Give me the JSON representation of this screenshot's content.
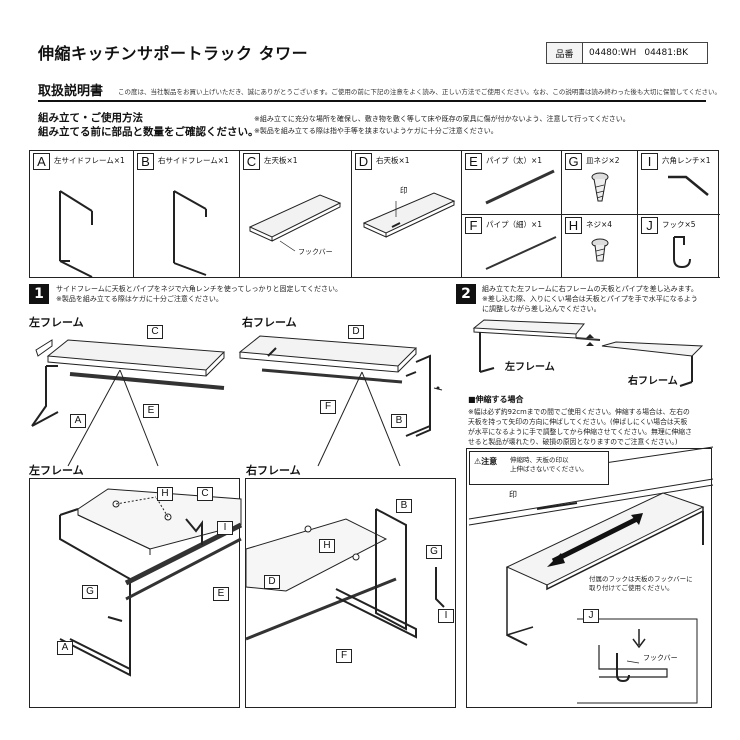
{
  "header": {
    "title": "伸縮キッチンサポートラック タワー",
    "product_label": "品番",
    "product_codes": [
      "04480:WH",
      "04481:BK"
    ],
    "manual_title": "取扱説明書",
    "manual_note": "この度は、当社製品をお買い上げいただき、誠にありがとうございます。ご使用の前に下記の注意をよく読み、正しい方法でご使用ください。なお、この説明書は読み終わった後も大切に保管してください。"
  },
  "assembly": {
    "heading1": "組み立て・ご使用方法",
    "heading2": "組み立てる前に部品と数量をご確認ください。",
    "notes": [
      "※組み立てに充分な場所を確保し、敷き物を敷く等して床や既存の家具に傷が付かないよう、注意して行ってください。",
      "※製品を組み立てる際は指や手等を挟まないようケガに十分ご注意ください。"
    ]
  },
  "parts": [
    {
      "letter": "A",
      "label": "左サイドフレーム×1"
    },
    {
      "letter": "B",
      "label": "右サイドフレーム×1"
    },
    {
      "letter": "C",
      "label": "左天板×1",
      "extra": "フックバー"
    },
    {
      "letter": "D",
      "label": "右天板×1",
      "extra": "印"
    },
    {
      "letter": "E",
      "label": "パイプ（太）×1"
    },
    {
      "letter": "F",
      "label": "パイプ（細）×1"
    },
    {
      "letter": "G",
      "label": "皿ネジ×2"
    },
    {
      "letter": "H",
      "label": "ネジ×4"
    },
    {
      "letter": "I",
      "label": "六角レンチ×1"
    },
    {
      "letter": "J",
      "label": "フック×5"
    }
  ],
  "step1": {
    "number": "1",
    "text": [
      "サイドフレームに天板とパイプをネジで六角レンチを使ってしっかりと固定してください。",
      "※製品を組み立てる際はケガに十分ご注意ください。"
    ],
    "left_frame": "左フレーム",
    "right_frame": "右フレーム"
  },
  "step2": {
    "number": "2",
    "text": [
      "組み立てた左フレームに右フレームの天板とパイプを差し込みます。",
      "※差し込む際、入りにくい場合は天板とパイプを手で水平になるよう",
      "に調整しながら差し込んでください。"
    ],
    "left_frame": "左フレーム",
    "right_frame": "右フレーム",
    "extend_heading": "■伸縮する場合",
    "extend_text": [
      "※幅は必ず約92cmまでの間でご使用ください。伸縮する場合は、左右の",
      "天板を持って矢印の方向に伸ばしてください。(伸ばしにくい場合は天板",
      "が水平になるように手で調整してから伸縮させてください。無理に伸縮さ",
      "せると製品が壊れたり、破損の原因となりますのでご注意ください。)"
    ],
    "caution_label": "注意",
    "caution_text": [
      "伸縮時、天板の印以",
      "上伸ばさないでください。"
    ],
    "mark_label": "印",
    "hook_note": [
      "付属のフックは天板のフックバーに",
      "取り付けてご使用ください。"
    ],
    "hookbar_label": "フックバー"
  }
}
